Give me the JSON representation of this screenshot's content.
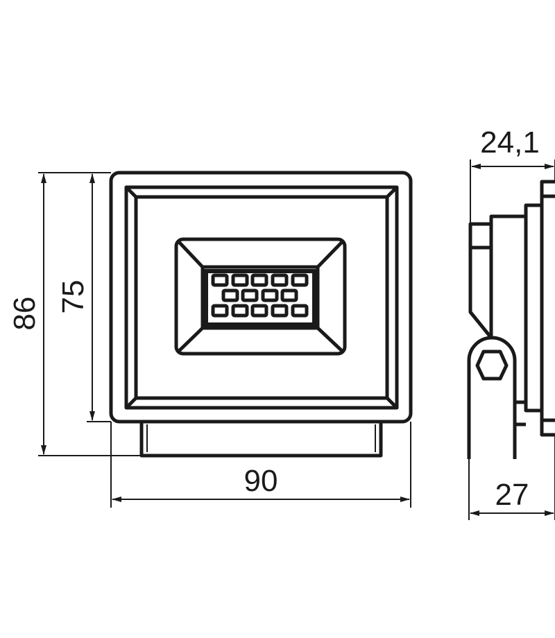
{
  "dimensions": {
    "overall_height": "86",
    "body_height": "75",
    "width": "90",
    "body_depth": "24,1",
    "overall_depth": "27"
  },
  "colors": {
    "line": "#1a1a1a",
    "background": "#ffffff"
  }
}
